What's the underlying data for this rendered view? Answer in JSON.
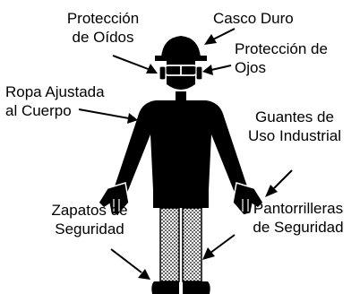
{
  "colors": {
    "ink": "#000000",
    "paper": "#ffffff"
  },
  "labels": {
    "hearing": [
      "Protección",
      "de Oídos"
    ],
    "hardhat": [
      "Casco Duro"
    ],
    "eyes": [
      "Protección de",
      "Ojos"
    ],
    "clothing": [
      "Ropa Ajustada",
      "al Cuerpo"
    ],
    "gloves": [
      "Guantes de",
      "Uso Industrial"
    ],
    "shoes": [
      "Zapatos de",
      "Seguridad"
    ],
    "shinguards": [
      "Pantorrilleras",
      "de Seguridad"
    ]
  }
}
